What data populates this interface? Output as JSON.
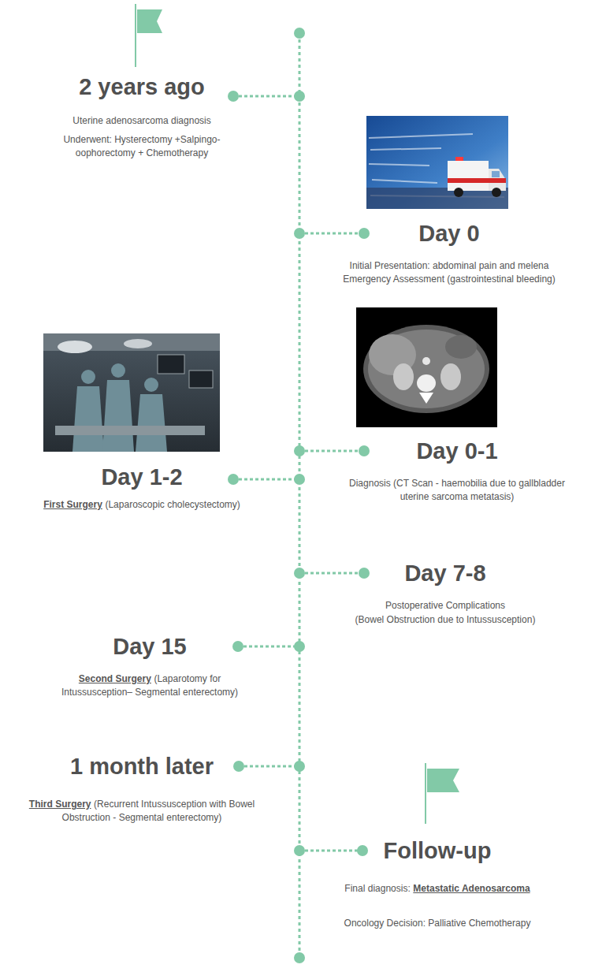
{
  "diagram": {
    "nodes": [
      {
        "text": [
          "2 years ago",
          "Uterine adenosarcoma diagnosis",
          "Underwent: Hysterectomy +Salpingo-oophorectomy + Chemotherapy"
        ]
      },
      {
        "text": [
          "Day 0",
          "Initial Presentation: abdominal pain and melena",
          "Emergency Assessment (gastrointestinal bleeding)"
        ]
      },
      {
        "text": [
          "Day 0-1",
          "Diagnosis (CT Scan - haemobilia due to gallbladder uterine sarcoma metatasis)"
        ]
      },
      {
        "text": [
          "Day 1-2",
          "First Surgery",
          "(Laparoscopic cholecystectomy)"
        ]
      },
      {
        "text": [
          "Day 7-8",
          "Postoperative Complications",
          "(Bowel Obstruction due to Intussusception)"
        ]
      },
      {
        "text": [
          "Day 15",
          "Second Surgery",
          "(Laparotomy for Intussusception– Segmental enterectomy)"
        ]
      },
      {
        "text": [
          "1 month later",
          "Third Surgery",
          "(Recurrent Intussusception with Bowel Obstruction - Segmental enterectomy)"
        ]
      },
      {
        "text": [
          "Follow-up",
          "Final diagnosis:",
          "Metastatic Adenosarcoma",
          "Oncology Decision: Palliative Chemotherapy"
        ]
      }
    ]
  }
}
